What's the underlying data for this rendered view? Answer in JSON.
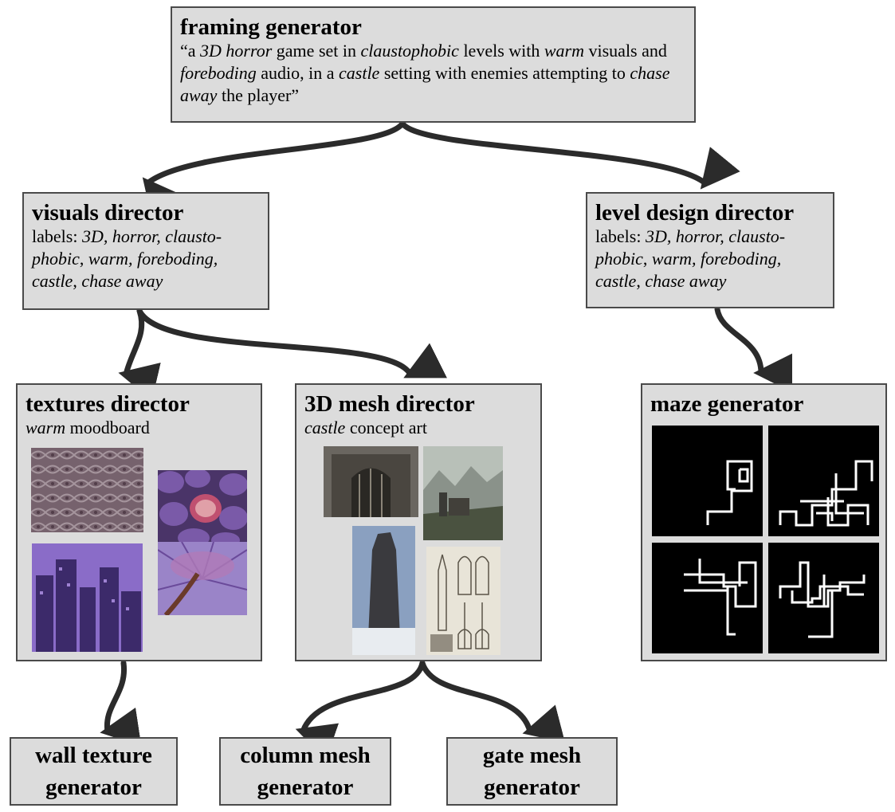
{
  "framing": {
    "title": "framing generator",
    "quote": [
      {
        "t": "“a "
      },
      {
        "t": "3D horror",
        "i": true
      },
      {
        "t": " game set in "
      },
      {
        "t": "claustophobic",
        "i": true
      },
      {
        "t": " levels with "
      },
      {
        "t": "warm",
        "i": true
      },
      {
        "t": " visuals and "
      },
      {
        "t": "foreboding",
        "i": true
      },
      {
        "t": " audio, in a "
      },
      {
        "t": "castle",
        "i": true
      },
      {
        "t": " setting with enemies attempting to "
      },
      {
        "t": "chase away",
        "i": true
      },
      {
        "t": " the player”"
      }
    ]
  },
  "visuals": {
    "title": "visuals director",
    "labels": [
      {
        "t": "labels: "
      },
      {
        "t": "3D, horror, clausto-phobic",
        "i": true
      },
      {
        "t": ", "
      },
      {
        "t": "warm, foreboding, castle",
        "i": true
      },
      {
        "t": ", "
      },
      {
        "t": "chase away",
        "i": true
      }
    ]
  },
  "level": {
    "title": "level design director",
    "labels": [
      {
        "t": "labels: "
      },
      {
        "t": "3D, horror, clausto-phobic",
        "i": true
      },
      {
        "t": ", "
      },
      {
        "t": "warm, foreboding, castle",
        "i": true
      },
      {
        "t": ", "
      },
      {
        "t": "chase away",
        "i": true
      }
    ]
  },
  "textures": {
    "title": "textures director",
    "sub_em": "warm",
    "sub": " moodboard"
  },
  "mesh": {
    "title": "3D mesh director",
    "sub_em": "castle",
    "sub": " concept art"
  },
  "maze": {
    "title": "maze generator"
  },
  "wall": {
    "title": "wall texture generator"
  },
  "column": {
    "title": "column mesh generator"
  },
  "gate": {
    "title": "gate mesh generator"
  },
  "colors": {
    "box_fill": "#dcdcdc",
    "box_border": "#4a4a4a",
    "arrow": "#2b2b2b"
  }
}
